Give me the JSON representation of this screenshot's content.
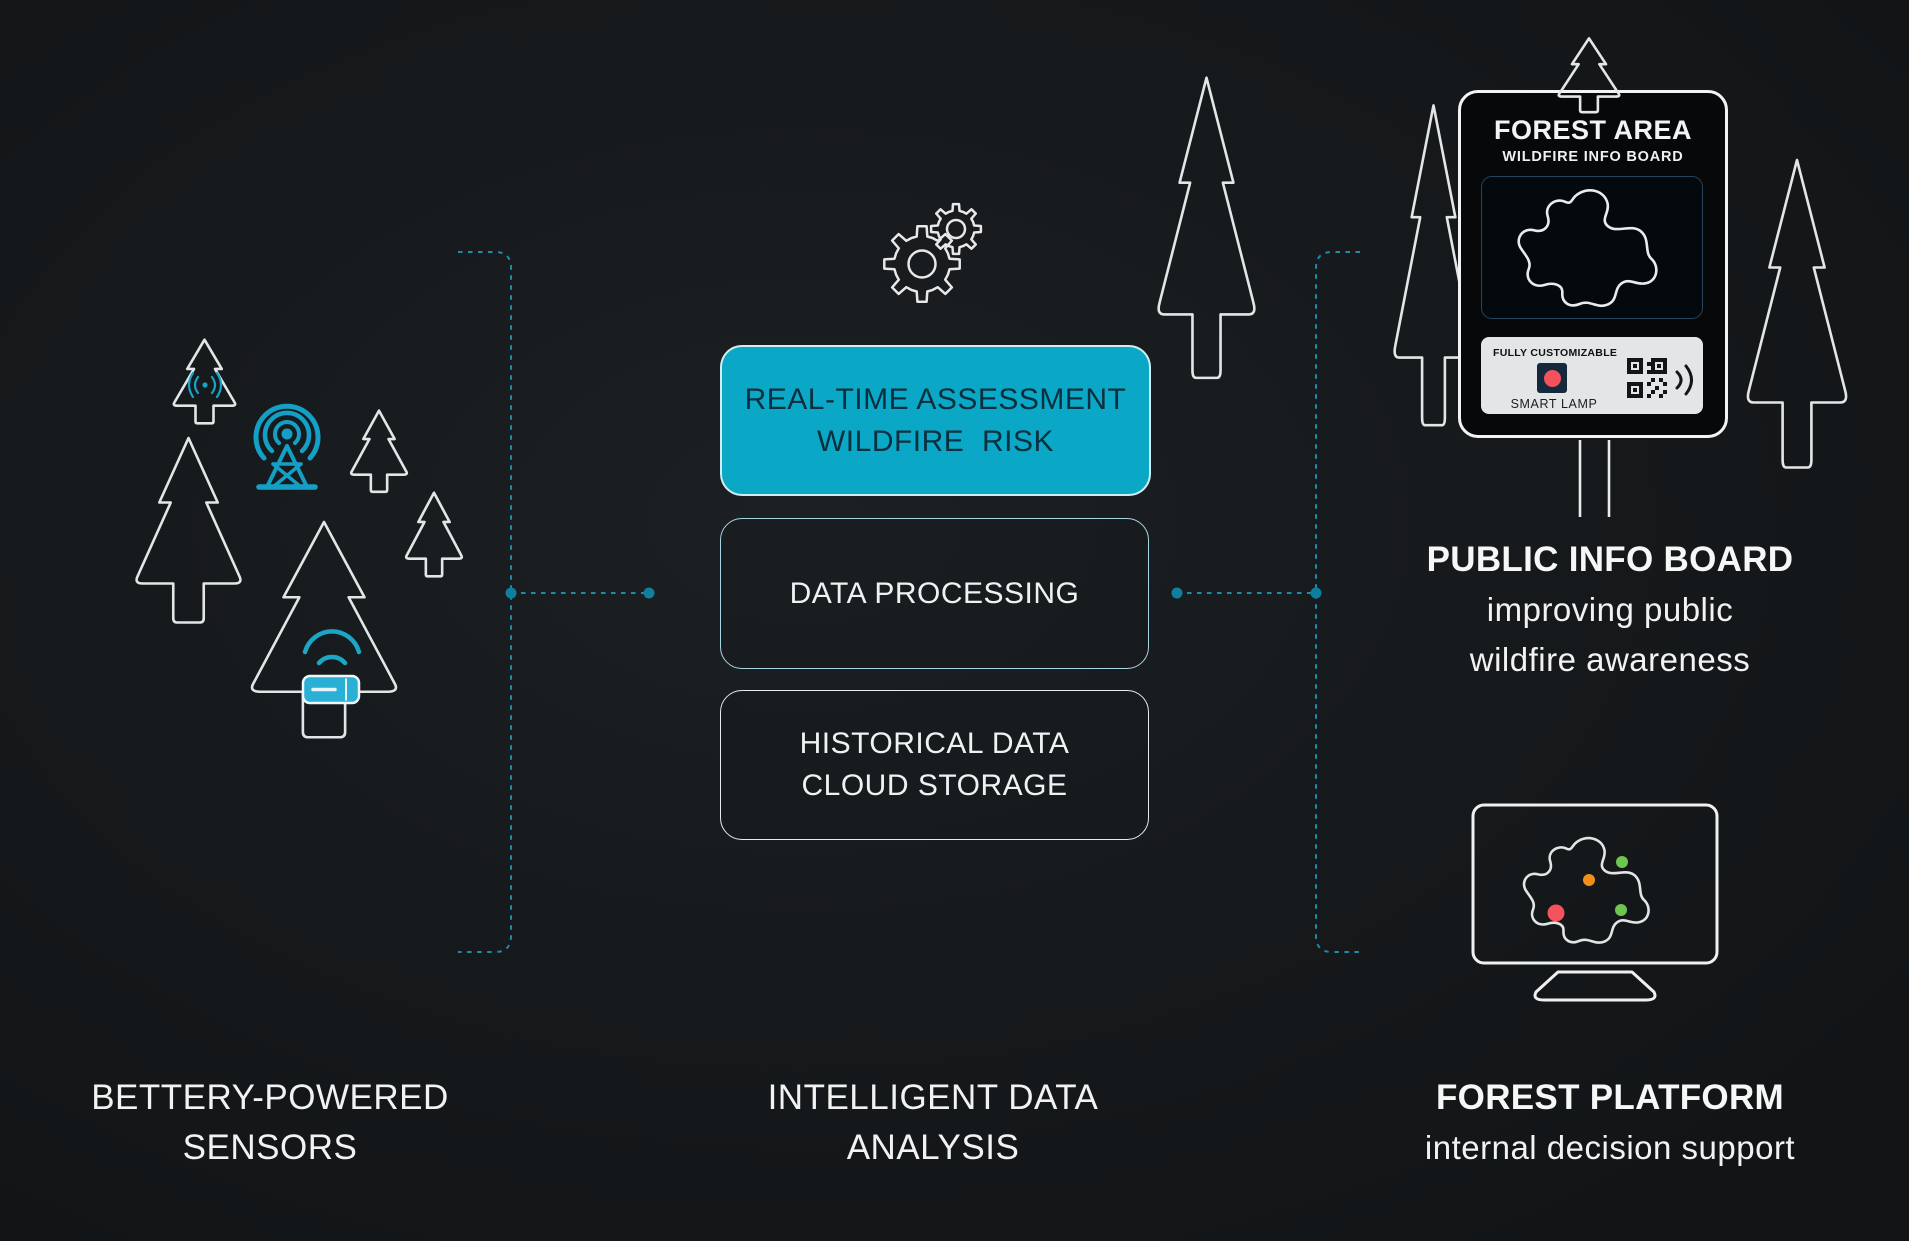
{
  "colors": {
    "background": "#16191b",
    "accent_teal": "#0aa8c6",
    "icon_teal": "#14a0c6",
    "line_teal": "#1d8cab",
    "dot_teal": "#0e7f9e",
    "tree_stroke": "#e3e6e7",
    "marker_red": "#f5525d",
    "marker_orange": "#ef8f1d",
    "marker_green": "#6cc64f",
    "panel_gray": "#e3e5e6",
    "lamp_navy": "#14293c"
  },
  "icons": [
    "pine-tree-icon",
    "radio-signal-icon",
    "radio-tower-icon",
    "wifi-waves-icon",
    "sensor-band-icon",
    "gears-icon",
    "map-blob-icon",
    "smart-lamp-icon",
    "qr-code-icon",
    "nfc-waves-icon",
    "monitor-icon",
    "bracket-connector"
  ],
  "sections": {
    "sensors": {
      "caption": [
        "BETTERY-POWERED",
        "SENSORS"
      ]
    },
    "analysis": {
      "caption": [
        "INTELLIGENT DATA",
        "ANALYSIS"
      ],
      "boxes": [
        {
          "lines": [
            "REAL-TIME ASSESSMENT",
            "WILDFIRE  RISK"
          ]
        },
        {
          "lines": [
            "DATA PROCESSING"
          ]
        },
        {
          "lines": [
            "HISTORICAL DATA",
            "CLOUD STORAGE"
          ]
        }
      ]
    },
    "info_board": {
      "board_title": "FOREST AREA",
      "board_subtitle": "WILDFIRE INFO BOARD",
      "panel_note": "FULLY CUSTOMIZABLE",
      "lamp_label": "SMART LAMP",
      "heading": "PUBLIC INFO BOARD",
      "sub": [
        "improving public",
        "wildfire awareness"
      ]
    },
    "platform": {
      "heading": "FOREST PLATFORM",
      "sub": "internal decision support"
    }
  }
}
